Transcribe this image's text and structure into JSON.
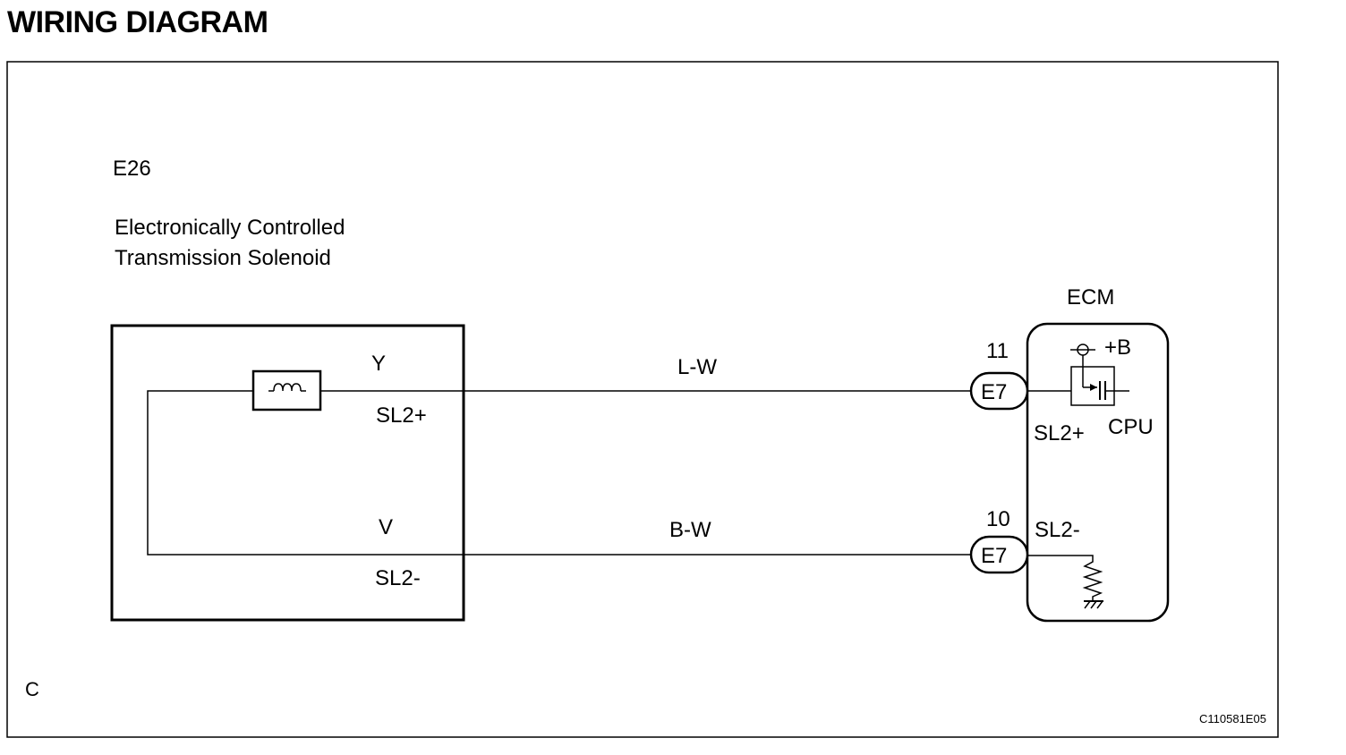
{
  "page": {
    "heading": "WIRING DIAGRAM"
  },
  "solenoid": {
    "connector_id": "E26",
    "name_line1": "Electronically Controlled",
    "name_line2": "Transmission Solenoid",
    "pin_top_color": "Y",
    "pin_top_name": "SL2+",
    "pin_bottom_color": "V",
    "pin_bottom_name": "SL2-"
  },
  "wires": {
    "top": "L-W",
    "bottom": "B-W"
  },
  "ecm": {
    "title": "ECM",
    "pin_top_number": "11",
    "pin_bottom_number": "10",
    "connector_top": "E7",
    "connector_bottom": "E7",
    "pin_top_name": "SL2+",
    "pin_bottom_name": "SL2-",
    "supply_label": "+B",
    "cpu_label": "CPU"
  },
  "footer": {
    "corner_letter": "C",
    "figure_code": "C110581E05"
  }
}
